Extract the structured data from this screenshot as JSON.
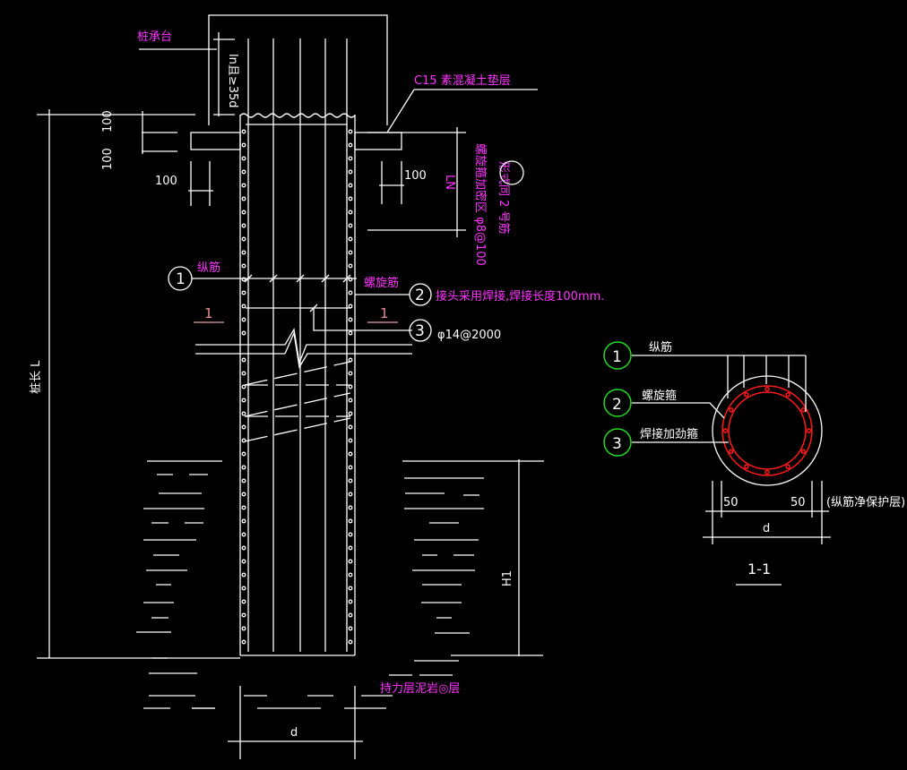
{
  "drawing": {
    "labels": {
      "pile_cap": "桩承台",
      "anchorage": "ln且≥35d",
      "cushion": "C15 素混凝土垫层",
      "dense_zone": "螺旋箍加密区 φ8@100",
      "dense_zone_note": "形式同 2 号筋",
      "dense_len": "LN",
      "long_bar": "纵筋",
      "spiral_bar": "螺旋筋",
      "weld_note": "接头采用焊接,焊接长度100mm.",
      "stiffener": "φ14@2000",
      "section_mark": "1",
      "pile_length": "桩长 L",
      "h1": "H1",
      "bearing_layer": "持力层",
      "rock_layer": "泥岩◎层",
      "diameter": "d"
    },
    "dimensions": {
      "cap_top_offset": "100",
      "cushion_thickness": "100",
      "cushion_overhang_left": "100",
      "cushion_overhang_right": "100"
    },
    "callouts": [
      {
        "num": "1",
        "text": "纵筋"
      },
      {
        "num": "2",
        "text": "接头采用焊接,焊接长度100mm."
      },
      {
        "num": "3",
        "text": "φ14@2000"
      }
    ],
    "section": {
      "title": "1-1",
      "callouts": [
        {
          "num": "1",
          "text": "纵筋"
        },
        {
          "num": "2",
          "text": "螺旋箍"
        },
        {
          "num": "3",
          "text": "焊接加劲箍"
        }
      ],
      "cover_left": "50",
      "cover_right": "50",
      "cover_note": "(纵筋净保护层)",
      "diameter": "d"
    },
    "colors": {
      "background": "#000000",
      "line": "#ffffff",
      "annotation": "#ff33ff",
      "rebar_section": "#ff1a1a",
      "section_callout": "#22dd22",
      "section_mark": "#e89090"
    }
  }
}
